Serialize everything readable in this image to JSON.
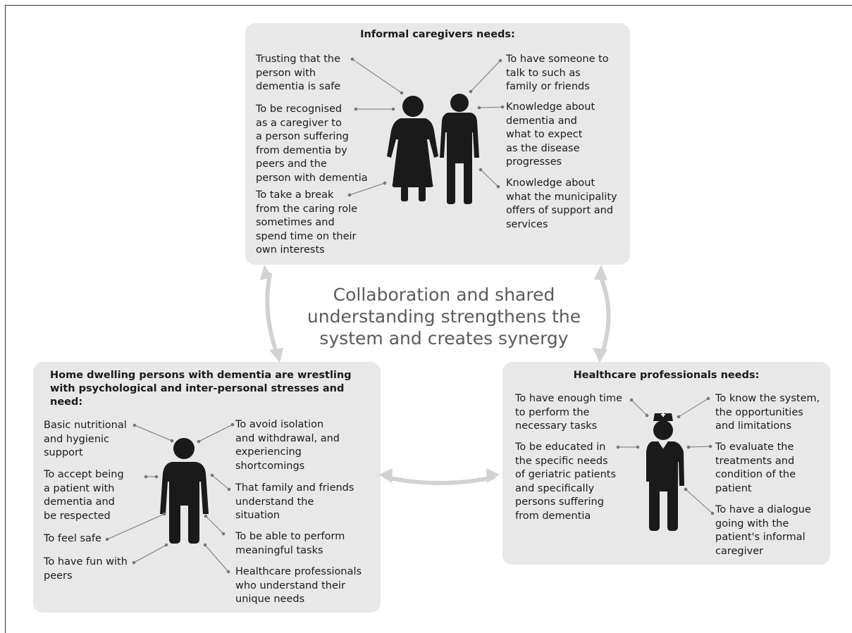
{
  "center": {
    "message": "Collaboration and shared\nunderstanding strengthens the\nsystem and creates synergy"
  },
  "caregivers": {
    "title": "Informal caregivers needs:",
    "needs": [
      "Trusting that the\nperson with\ndementia is safe",
      "To be recognised\nas a caregiver to\na person suffering\nfrom dementia by\npeers and the\nperson with dementia",
      "To take a break\nfrom the caring role\nsometimes and\nspend time on their\nown interests",
      "To have someone to\ntalk to such as\nfamily or friends",
      "Knowledge about\ndementia and\nwhat to expect\nas the disease\nprogresses",
      "Knowledge about\nwhat the municipality\noffers of support and\nservices"
    ]
  },
  "patients": {
    "title": "Home dwelling persons with dementia are wrestling\nwith psychological and inter-personal stresses and\nneed:",
    "needs": [
      "Basic nutritional\nand hygienic\nsupport",
      "To accept being\na patient with\ndementia and\nbe respected",
      "To feel safe",
      "To have fun with\npeers",
      "To avoid isolation\nand withdrawal, and\nexperiencing\nshortcomings",
      "That family and friends\nunderstand the\nsituation",
      "To be able to perform\nmeaningful tasks",
      "Healthcare professionals\nwho understand their\nunique needs"
    ]
  },
  "professionals": {
    "title": "Healthcare professionals needs:",
    "needs": [
      "To have enough time\nto perform the\nnecessary tasks",
      "To be educated in\nthe specific needs\nof geriatric patients\nand specifically\npersons suffering\nfrom dementia",
      "To know the system,\nthe opportunities\nand limitations",
      "To evaluate the\ntreatments and\ncondition of the\npatient",
      "To have a dialogue\ngoing with the\npatient's informal\ncaregiver"
    ]
  },
  "colors": {
    "panel": "#e8e8e9",
    "arrow": "#d2d2d2",
    "figure": "#1a1a1a",
    "connector": "#777777"
  }
}
